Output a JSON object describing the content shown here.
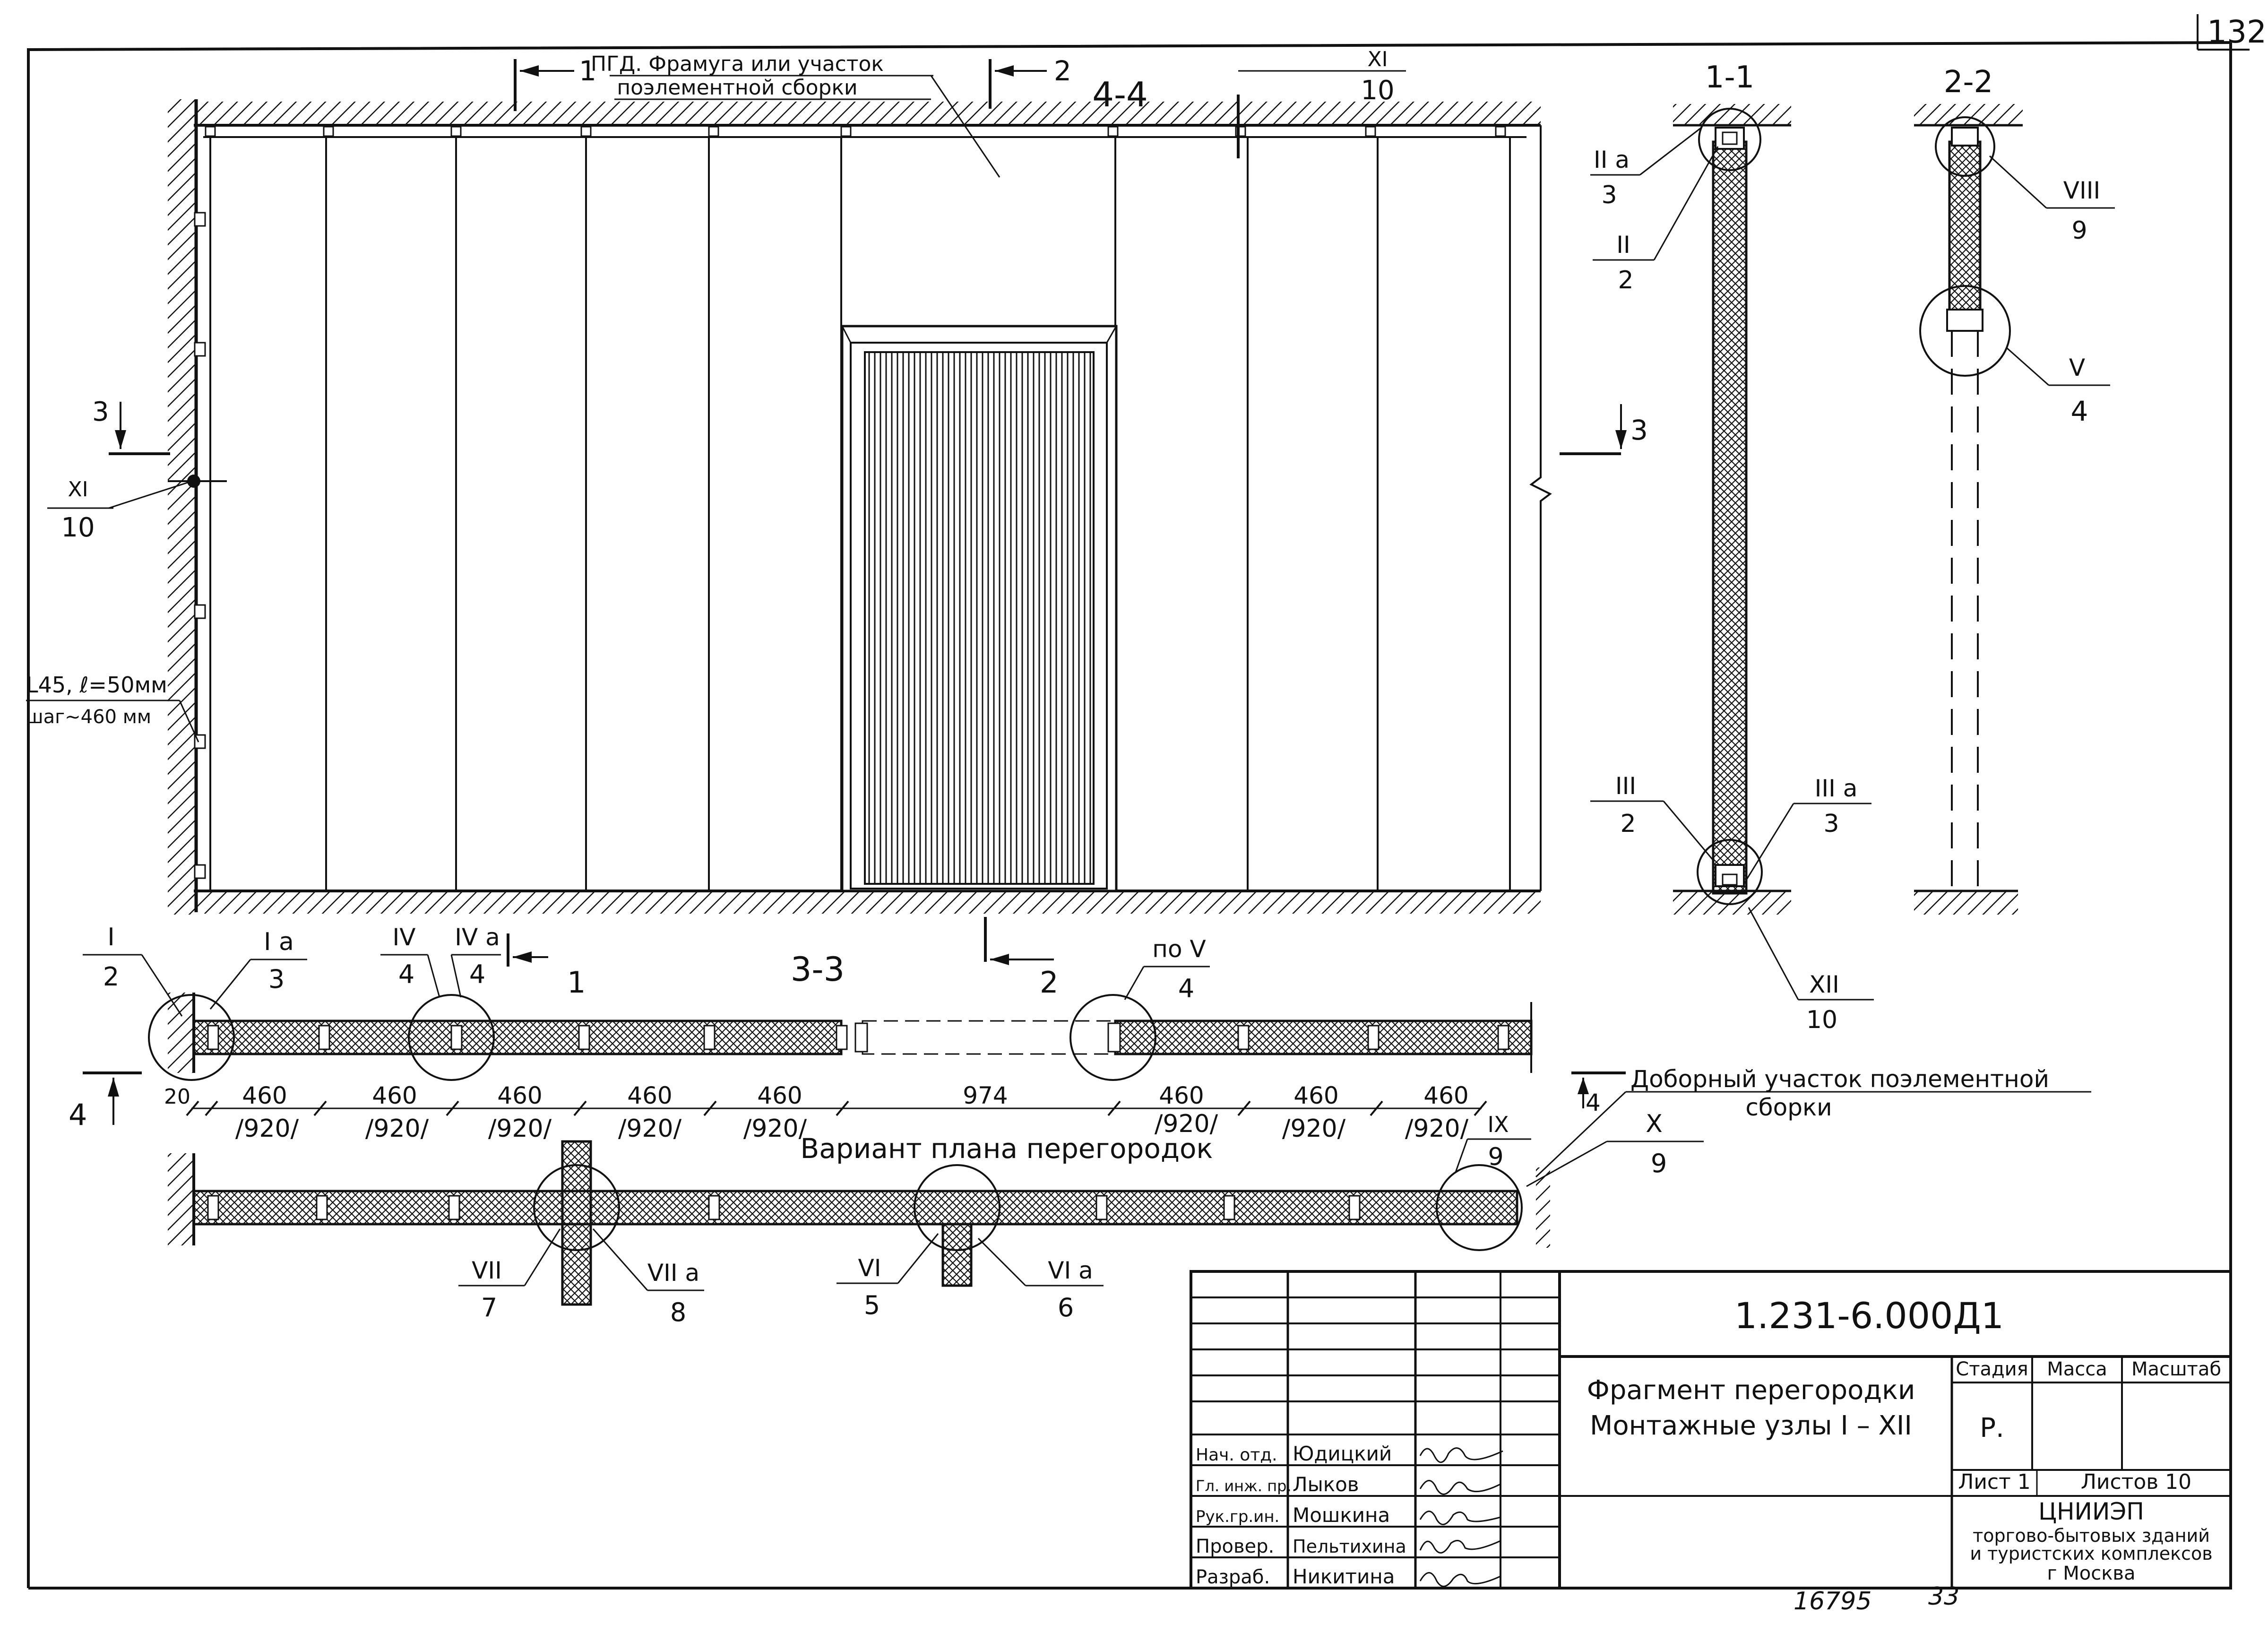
{
  "sheet_corner_number": "132",
  "elevation": {
    "title": "4-4",
    "transom_label_line1": "ПГД. Фрамуга или участок",
    "transom_label_line2": "поэлементной сборки",
    "cut1_label": "1",
    "cut2_label": "2",
    "ref_top": {
      "num": "XI",
      "den": "10"
    },
    "ref_left": {
      "num": "XI",
      "den": "10"
    },
    "cut3_left": "3",
    "cut3_right": "3",
    "angle_note_line1": "L45, ℓ=50мм",
    "angle_note_line2": "шаг~460 мм"
  },
  "section_1_1": {
    "title": "1-1",
    "refs": [
      {
        "num": "II а",
        "den": "3"
      },
      {
        "num": "II",
        "den": "2"
      },
      {
        "num": "III",
        "den": "2"
      },
      {
        "num": "III а",
        "den": "3"
      },
      {
        "num": "XII",
        "den": "10"
      }
    ]
  },
  "section_2_2": {
    "title": "2-2",
    "refs": [
      {
        "num": "VIII",
        "den": "9"
      },
      {
        "num": "V",
        "den": "4"
      }
    ]
  },
  "plan_3_3": {
    "title": "3-3",
    "cut1_label": "1",
    "cut2_label": "2",
    "cut4_left": "4",
    "cut4_right": "4",
    "refs": [
      {
        "num": "I",
        "den": "2"
      },
      {
        "num": "I а",
        "den": "3"
      },
      {
        "num": "IV",
        "den": "4"
      },
      {
        "num": "IV а",
        "den": "4"
      },
      {
        "num": "по V",
        "den": "4"
      }
    ],
    "dims_top": [
      "20",
      "460",
      "460",
      "460",
      "460",
      "460",
      "974",
      "460",
      "460",
      "460"
    ],
    "dims_bottom": [
      "/920/",
      "/920/",
      "/920/",
      "/920/",
      "/920/",
      "/920/",
      "/920/",
      "/920/"
    ],
    "infill_note_line1": "Доборный участок поэлементной",
    "infill_note_line2": "сборки"
  },
  "plan_variant": {
    "title": "Вариант плана перегородок",
    "refs": [
      {
        "num": "IX",
        "den": "9"
      },
      {
        "num": "X",
        "den": "9"
      },
      {
        "num": "VII",
        "den": "7"
      },
      {
        "num": "VII а",
        "den": "8"
      },
      {
        "num": "VI",
        "den": "5"
      },
      {
        "num": "VI а",
        "den": "6"
      }
    ]
  },
  "title_block": {
    "doc_code": "1.231-6.000Д1",
    "title_line1": "Фрагмент перегородки",
    "title_line2": "Монтажные узлы I – XII",
    "col_stage": "Стадия",
    "col_mass": "Масса",
    "col_scale": "Масштаб",
    "stage_value": "Р.",
    "sheet_label": "Лист 1",
    "sheets_label": "Листов 10",
    "org_line1": "ЦНИИЭП",
    "org_line2": "торгово-бытовых зданий",
    "org_line3": "и туристских комплексов",
    "org_line4": "г Москва",
    "roles": [
      {
        "role": "Нач. отд.",
        "name": "Юдицкий"
      },
      {
        "role": "Гл. инж. пр.",
        "name": "Лыков"
      },
      {
        "role": "Рук.гр.ин.",
        "name": "Мошкина"
      },
      {
        "role": "Провер.",
        "name": "Пельтихина"
      },
      {
        "role": "Разраб.",
        "name": "Никитина"
      }
    ]
  },
  "footer_number_left": "16795",
  "footer_number_right": "33"
}
